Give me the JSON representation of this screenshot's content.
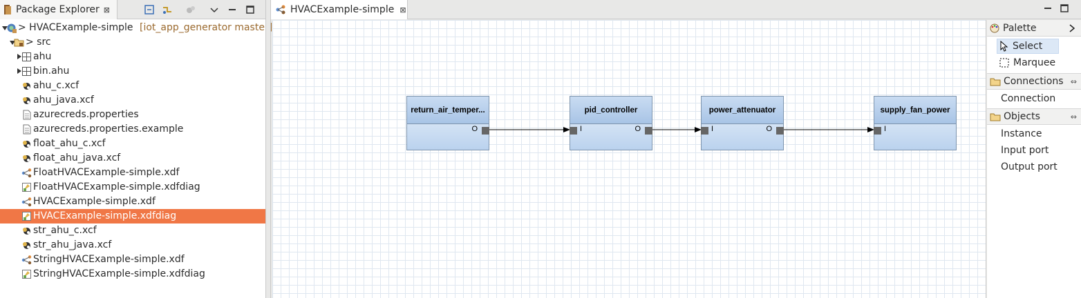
{
  "package_explorer": {
    "title": "Package Explorer",
    "tree": [
      {
        "label": "> HVACExample-simple",
        "suffix": "[iot_app_generator master]",
        "icon": "project-icon",
        "twisty": "open",
        "indent": 0
      },
      {
        "label": "> src",
        "icon": "source-folder-icon",
        "twisty": "open",
        "indent": 1
      },
      {
        "label": "ahu",
        "icon": "package-icon",
        "twisty": "closed",
        "indent": 2
      },
      {
        "label": "bin.ahu",
        "icon": "package-icon",
        "twisty": "closed",
        "indent": 2
      },
      {
        "label": "ahu_c.xcf",
        "icon": "xcf-file-icon",
        "indent": 2
      },
      {
        "label": "ahu_java.xcf",
        "icon": "xcf-file-icon",
        "indent": 2
      },
      {
        "label": "azurecreds.properties",
        "icon": "text-file-icon",
        "indent": 2
      },
      {
        "label": "azurecreds.properties.example",
        "icon": "text-file-icon",
        "indent": 2
      },
      {
        "label": "float_ahu_c.xcf",
        "icon": "xcf-file-icon",
        "indent": 2
      },
      {
        "label": "float_ahu_java.xcf",
        "icon": "xcf-file-icon",
        "indent": 2
      },
      {
        "label": "FloatHVACExample-simple.xdf",
        "icon": "xdf-file-icon",
        "indent": 2
      },
      {
        "label": "FloatHVACExample-simple.xdfdiag",
        "icon": "xdfdiag-file-icon",
        "indent": 2
      },
      {
        "label": "HVACExample-simple.xdf",
        "icon": "xdf-file-icon",
        "indent": 2
      },
      {
        "label": "HVACExample-simple.xdfdiag",
        "icon": "xdfdiag-file-icon",
        "indent": 2,
        "selected": true
      },
      {
        "label": "str_ahu_c.xcf",
        "icon": "xcf-file-icon",
        "indent": 2
      },
      {
        "label": "str_ahu_java.xcf",
        "icon": "xcf-file-icon",
        "indent": 2
      },
      {
        "label": "StringHVACExample-simple.xdf",
        "icon": "xdf-file-icon",
        "indent": 2
      },
      {
        "label": "StringHVACExample-simple.xdfdiag",
        "icon": "xdfdiag-file-icon",
        "indent": 2
      }
    ]
  },
  "editor": {
    "tab_title": "HVACExample-simple",
    "nodes": [
      {
        "name": "return_air_temper...",
        "ports": [
          "O"
        ]
      },
      {
        "name": "pid_controller",
        "ports": [
          "I",
          "O"
        ]
      },
      {
        "name": "power_attenuator",
        "ports": [
          "I",
          "O"
        ]
      },
      {
        "name": "supply_fan_power",
        "ports": [
          "I"
        ]
      }
    ]
  },
  "palette": {
    "title": "Palette",
    "tools": [
      {
        "label": "Select",
        "icon": "arrow-cursor-icon",
        "selected": true
      },
      {
        "label": "Marquee",
        "icon": "marquee-icon"
      }
    ],
    "drawers": [
      {
        "label": "Connections",
        "items": [
          "Connection"
        ]
      },
      {
        "label": "Objects",
        "items": [
          "Instance",
          "Input port",
          "Output port"
        ]
      }
    ]
  },
  "colors": {
    "selection": "#f07746",
    "node_fill": "#bad2ee",
    "node_border": "#7d94ad",
    "grid": "#dfe7f0"
  }
}
